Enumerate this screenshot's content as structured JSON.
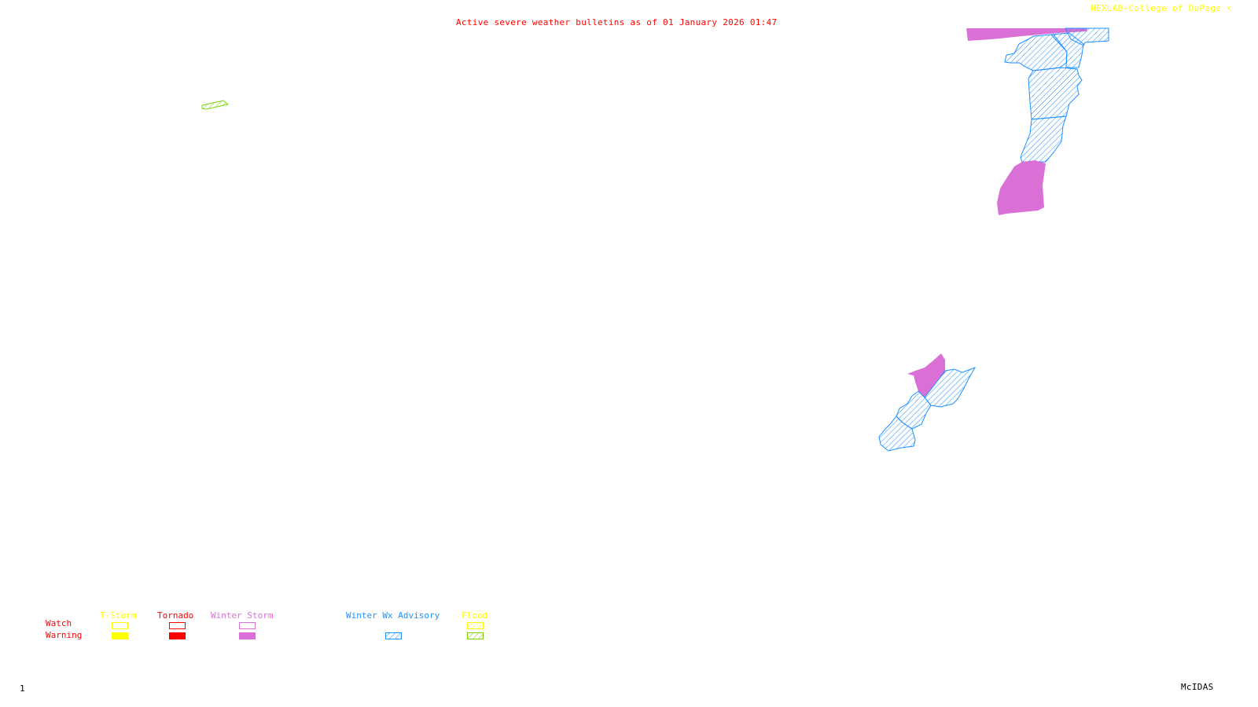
{
  "header": {
    "title": "Active severe weather bulletins as of 01 January 2026 01:47",
    "credit": "NEXLAB-College of DuPage ↸"
  },
  "footer": {
    "frame_number": "1",
    "software": "McIDAS"
  },
  "colors": {
    "tstorm": "#ffff00",
    "tornado": "#ff0000",
    "winter_storm": "#da70d6",
    "winter_wx_advisory": "#1e90ff",
    "flood_watch": "#ffff00",
    "flood_warning": "#7cd400",
    "row_labels": "#ff0000"
  },
  "legend": {
    "row_labels": {
      "watch": "Watch",
      "warning": "Warning"
    },
    "columns": [
      {
        "key": "tstorm",
        "label": "T-Storm",
        "watch_style": "outline",
        "warning_style": "filled"
      },
      {
        "key": "tornado",
        "label": "Tornado",
        "watch_style": "outline",
        "warning_style": "filled"
      },
      {
        "key": "winter_storm",
        "label": "Winter Storm",
        "watch_style": "outline",
        "warning_style": "filled"
      },
      {
        "key": "winter_wx_advisory",
        "label": "Winter Wx Advisory",
        "watch_style": "none",
        "warning_style": "hatched"
      },
      {
        "key": "flood",
        "label": "Flood",
        "watch_style": "hatched",
        "warning_style": "hatched"
      }
    ]
  },
  "map_regions": [
    {
      "name": "west-flood-area",
      "type": "Flood Warning"
    },
    {
      "name": "northeast-winter-storm-north",
      "type": "Winter Storm Warning"
    },
    {
      "name": "northeast-advisory-counties",
      "type": "Winter Wx Advisory"
    },
    {
      "name": "northeast-winter-storm-south",
      "type": "Winter Storm Warning"
    },
    {
      "name": "southeast-winter-storm",
      "type": "Winter Storm Warning"
    },
    {
      "name": "southeast-advisory-counties",
      "type": "Winter Wx Advisory"
    }
  ]
}
